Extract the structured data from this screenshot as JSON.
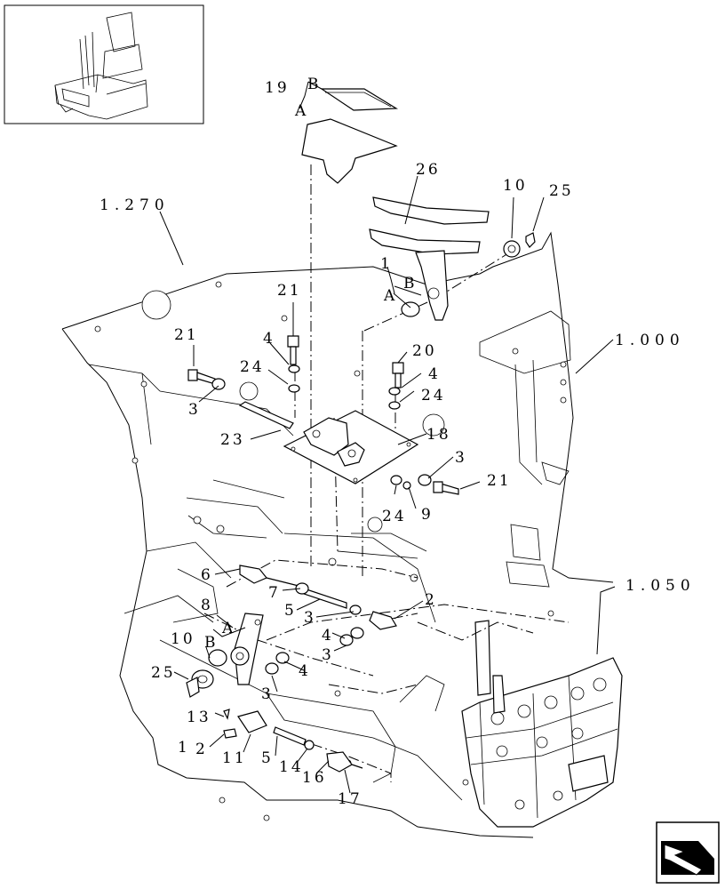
{
  "labels": {
    "ref_1270": "1.270",
    "ref_1000": "1.000",
    "ref_1050": "1.050",
    "l19": "19",
    "lA_top": "A",
    "lB_top": "B",
    "l26": "26",
    "l10_top": "10",
    "l25_top": "25",
    "l1_top": "1",
    "lB_mid": "B",
    "lA_mid": "A",
    "l21_a": "21",
    "l21_b": "21",
    "l21_c": "21",
    "l4_a": "4",
    "l4_b": "4",
    "l4_c": "4",
    "l4_d": "4",
    "l20": "20",
    "l24_a": "24",
    "l24_b": "24",
    "l24_c": "24",
    "l3_a": "3",
    "l3_b": "3",
    "l3_c": "3",
    "l3_d": "3",
    "l3_e": "3",
    "l23": "23",
    "l18": "18",
    "l9": "9",
    "l6": "6",
    "l7": "7",
    "l5_a": "5",
    "l5_b": "5",
    "l2_a": "2",
    "l2_b": "2",
    "l8": "8",
    "lA_low": "A",
    "lB_low": "B",
    "l10_low": "10",
    "l25_low": "25",
    "l13": "13",
    "l11": "11",
    "l14": "14",
    "l16": "16",
    "l17": "17",
    "l1_low": "1"
  },
  "icons": {
    "thumbnail": "operator-seat-thumbnail",
    "nav": "next-page-arrow-icon"
  }
}
